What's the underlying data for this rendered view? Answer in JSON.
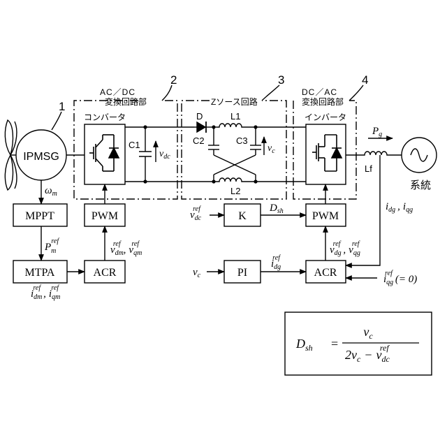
{
  "refs": {
    "r1": "1",
    "r2": "2",
    "r3": "3",
    "r4": "4"
  },
  "section_titles": {
    "acdc_1": "AC／DC",
    "acdc_2": "変換回路部",
    "zsource": "Zソース回路",
    "dcac_1": "DC／AC",
    "dcac_2": "変換回路部"
  },
  "blocks": {
    "generator": "IPMSG",
    "converter": "コンバータ",
    "inverter": "インバータ",
    "mppt": "MPPT",
    "mtpa": "MTPA",
    "pwm_left": "PWM",
    "acr_left": "ACR",
    "k": "K",
    "pwm_right": "PWM",
    "pi": "PI",
    "acr_right": "ACR",
    "grid": "系統"
  },
  "components": {
    "c1": "C1",
    "c2": "C2",
    "c3": "C3",
    "d": "D",
    "l1": "L1",
    "l2": "L2",
    "lf": "Lf"
  },
  "signals": {
    "omega": "ω",
    "omega_sub": "m",
    "pm": "P",
    "pm_sub": "m",
    "pm_sup": "ref",
    "idm": "i",
    "idm_sub": "dm",
    "idm_sup": "ref",
    "sep1": ",",
    "iqm": "i",
    "iqm_sub": "qm",
    "iqm_sup": "ref",
    "vdm": "v",
    "vdm_sub": "dm",
    "vdm_sup": "ref",
    "sep2": ",",
    "vqm": "v",
    "vqm_sub": "qm",
    "vqm_sup": "ref",
    "vdc_ref": "v",
    "vdc_ref_sub": "dc",
    "vdc_ref_sup": "ref",
    "dsh": "D",
    "dsh_sub": "sh",
    "vc_in": "v",
    "vc_in_sub": "c",
    "idg": "i",
    "idg_sub": "dg",
    "idg_sup": "ref",
    "vdg": "v",
    "vdg_sub": "dg",
    "vdg_sup": "ref",
    "sep3": ",",
    "vqg": "v",
    "vqg_sub": "qg",
    "vqg_sup": "ref",
    "idg_fb": "i",
    "idg_fb_sub": "dg",
    "sep4": ",",
    "iqg_fb": "i",
    "iqg_fb_sub": "qg",
    "iqg_ref": "i",
    "iqg_ref_sub": "qg",
    "iqg_ref_sup": "ref",
    "iqg_ref_val": "(= 0)",
    "pg": "P",
    "pg_sub": "g",
    "vdc": "v",
    "vdc_sub": "dc",
    "vc_cap": "v",
    "vc_cap_sub": "c"
  },
  "formula": {
    "lhs": "D",
    "lhs_sub": "sh",
    "eq": "=",
    "num": "v",
    "num_sub": "c",
    "den_a": "2v",
    "den_a_sub": "c",
    "den_minus": "−",
    "den_b": "v",
    "den_b_sub": "dc",
    "den_b_sup": "ref"
  }
}
